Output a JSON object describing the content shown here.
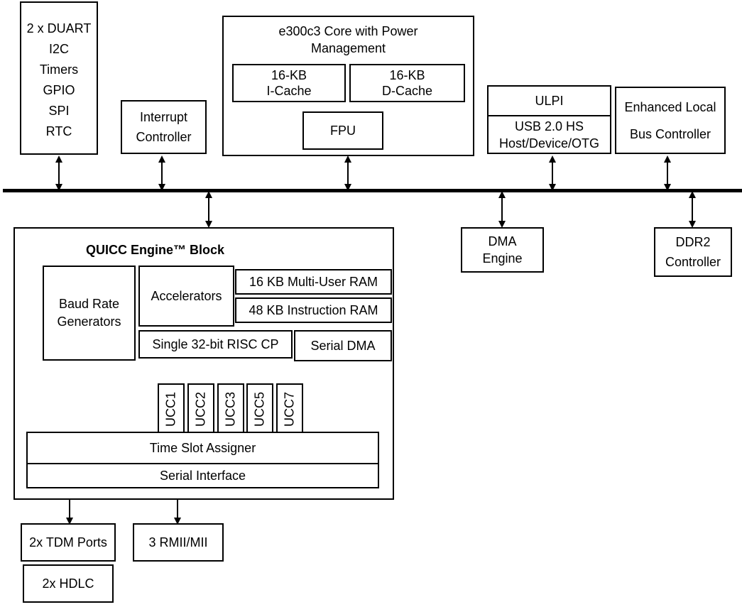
{
  "peripherals": {
    "lines": [
      "2 x DUART",
      "I2C",
      "Timers",
      "GPIO",
      "SPI",
      "RTC"
    ]
  },
  "interrupt_controller": {
    "line1": "Interrupt",
    "line2": "Controller"
  },
  "core": {
    "title_line1": "e300c3 Core with Power",
    "title_line2": "Management",
    "icache_line1": "16-KB",
    "icache_line2": "I-Cache",
    "dcache_line1": "16-KB",
    "dcache_line2": "D-Cache",
    "fpu": "FPU"
  },
  "usb": {
    "ulpi": "ULPI",
    "line1": "USB 2.0 HS",
    "line2": "Host/Device/OTG"
  },
  "elbc": {
    "line1": "Enhanced Local",
    "line2": "Bus Controller"
  },
  "dma": {
    "line1": "DMA",
    "line2": "Engine"
  },
  "ddr": {
    "line1": "DDR2",
    "line2": "Controller"
  },
  "quicc": {
    "title": "QUICC Engine™ Block",
    "brg_line1": "Baud Rate",
    "brg_line2": "Generators",
    "accelerators": "Accelerators",
    "multi_user_ram": "16 KB Multi-User RAM",
    "instruction_ram": "48 KB Instruction RAM",
    "risc": "Single 32-bit RISC CP",
    "serial_dma": "Serial DMA",
    "uccs": [
      "UCC1",
      "UCC2",
      "UCC3",
      "UCC5",
      "UCC7"
    ],
    "tsa": "Time Slot Assigner",
    "serial_interface": "Serial Interface"
  },
  "tdm": "2x TDM Ports",
  "hdlc": "2x HDLC",
  "rmii": "3 RMII/MII"
}
